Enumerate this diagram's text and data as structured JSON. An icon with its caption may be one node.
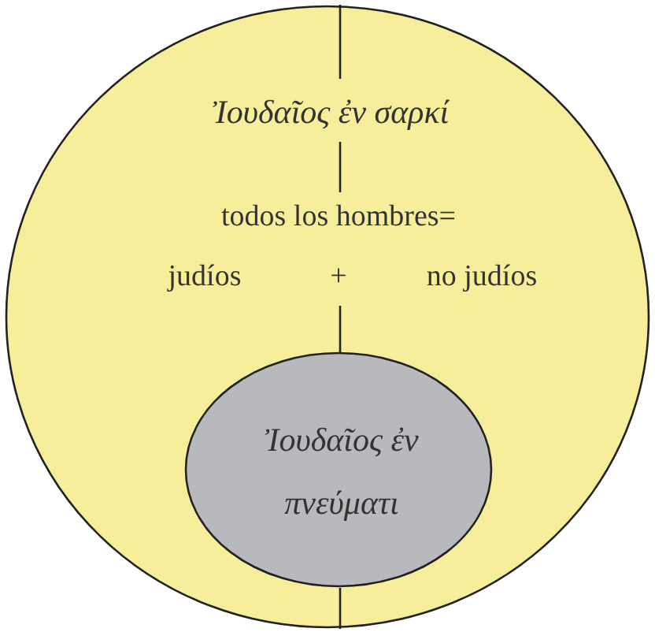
{
  "diagram": {
    "nodes": [
      {
        "text": [
          "Ἰουδαῖος ἐν σαρκί",
          "todos los hombres=",
          "judíos",
          "+",
          "no judíos"
        ]
      },
      {
        "text": [
          "Ἰουδαῖος ἐν πνεύματι"
        ],
        "in": 0
      }
    ]
  }
}
